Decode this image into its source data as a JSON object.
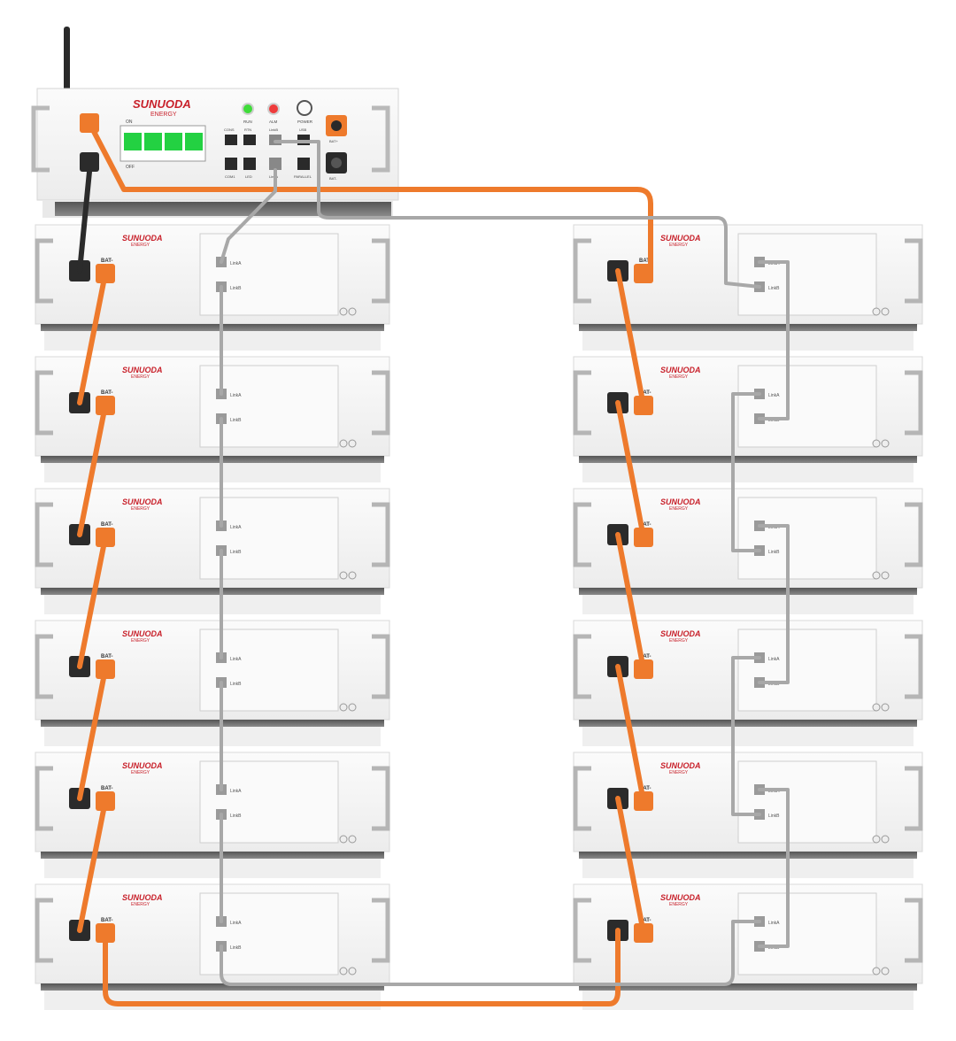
{
  "brand": {
    "name": "SUNUODA",
    "sub": "ENERGY"
  },
  "controller": {
    "run_label": "RUN",
    "alm_label": "ALM",
    "power_label": "POWER",
    "breaker_on": "ON",
    "breaker_off": "OFF",
    "ports_top": [
      "CONS",
      "RTN",
      "LinkB",
      "USB"
    ],
    "ports_bottom": [
      "COM1",
      "LED",
      "LinkA",
      "PARALLEL"
    ],
    "bat_pos_label": "BAT+",
    "bat_neg_label": "BAT-",
    "status_colors": {
      "run": "#3fdc3a",
      "alm": "#ee3b3b"
    }
  },
  "module": {
    "bat_label": "BAT-",
    "link_a_label": "LinkA",
    "link_b_label": "LinkB"
  },
  "layout_info": {
    "left_stack_modules": 6,
    "right_stack_modules": 6
  },
  "colors": {
    "power_cable": "#ee7a2c",
    "comm_cable": "#a8a8a8",
    "connector_dark": "#2b2b2b",
    "module_body": "#f4f4f4"
  }
}
